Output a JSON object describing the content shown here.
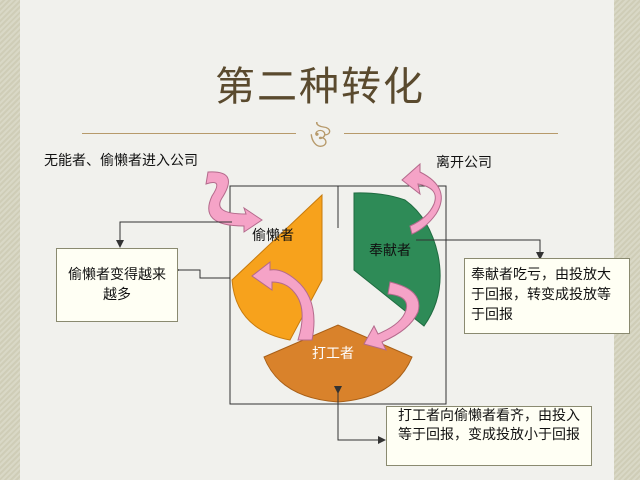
{
  "title": "第二种转化",
  "labels": {
    "enter": "无能者、偷懒者进入公司",
    "leave": "离开公司",
    "lazy": "偷懒者",
    "contributor": "奉献者",
    "worker": "打工者"
  },
  "boxes": {
    "lazy_box": "偷懒者变得越来越多",
    "contributor_box": "奉献者吃亏，由投放大于回报，转变成投放等于回报",
    "worker_box": "打工者向偷懒者看齐，由投入等于回报，变成投放小于回报"
  },
  "colors": {
    "lazy": "#f7a21c",
    "contributor": "#2e8b57",
    "worker": "#d9822b",
    "arrow": "#f5a3c7",
    "title": "#5a4a2e"
  }
}
